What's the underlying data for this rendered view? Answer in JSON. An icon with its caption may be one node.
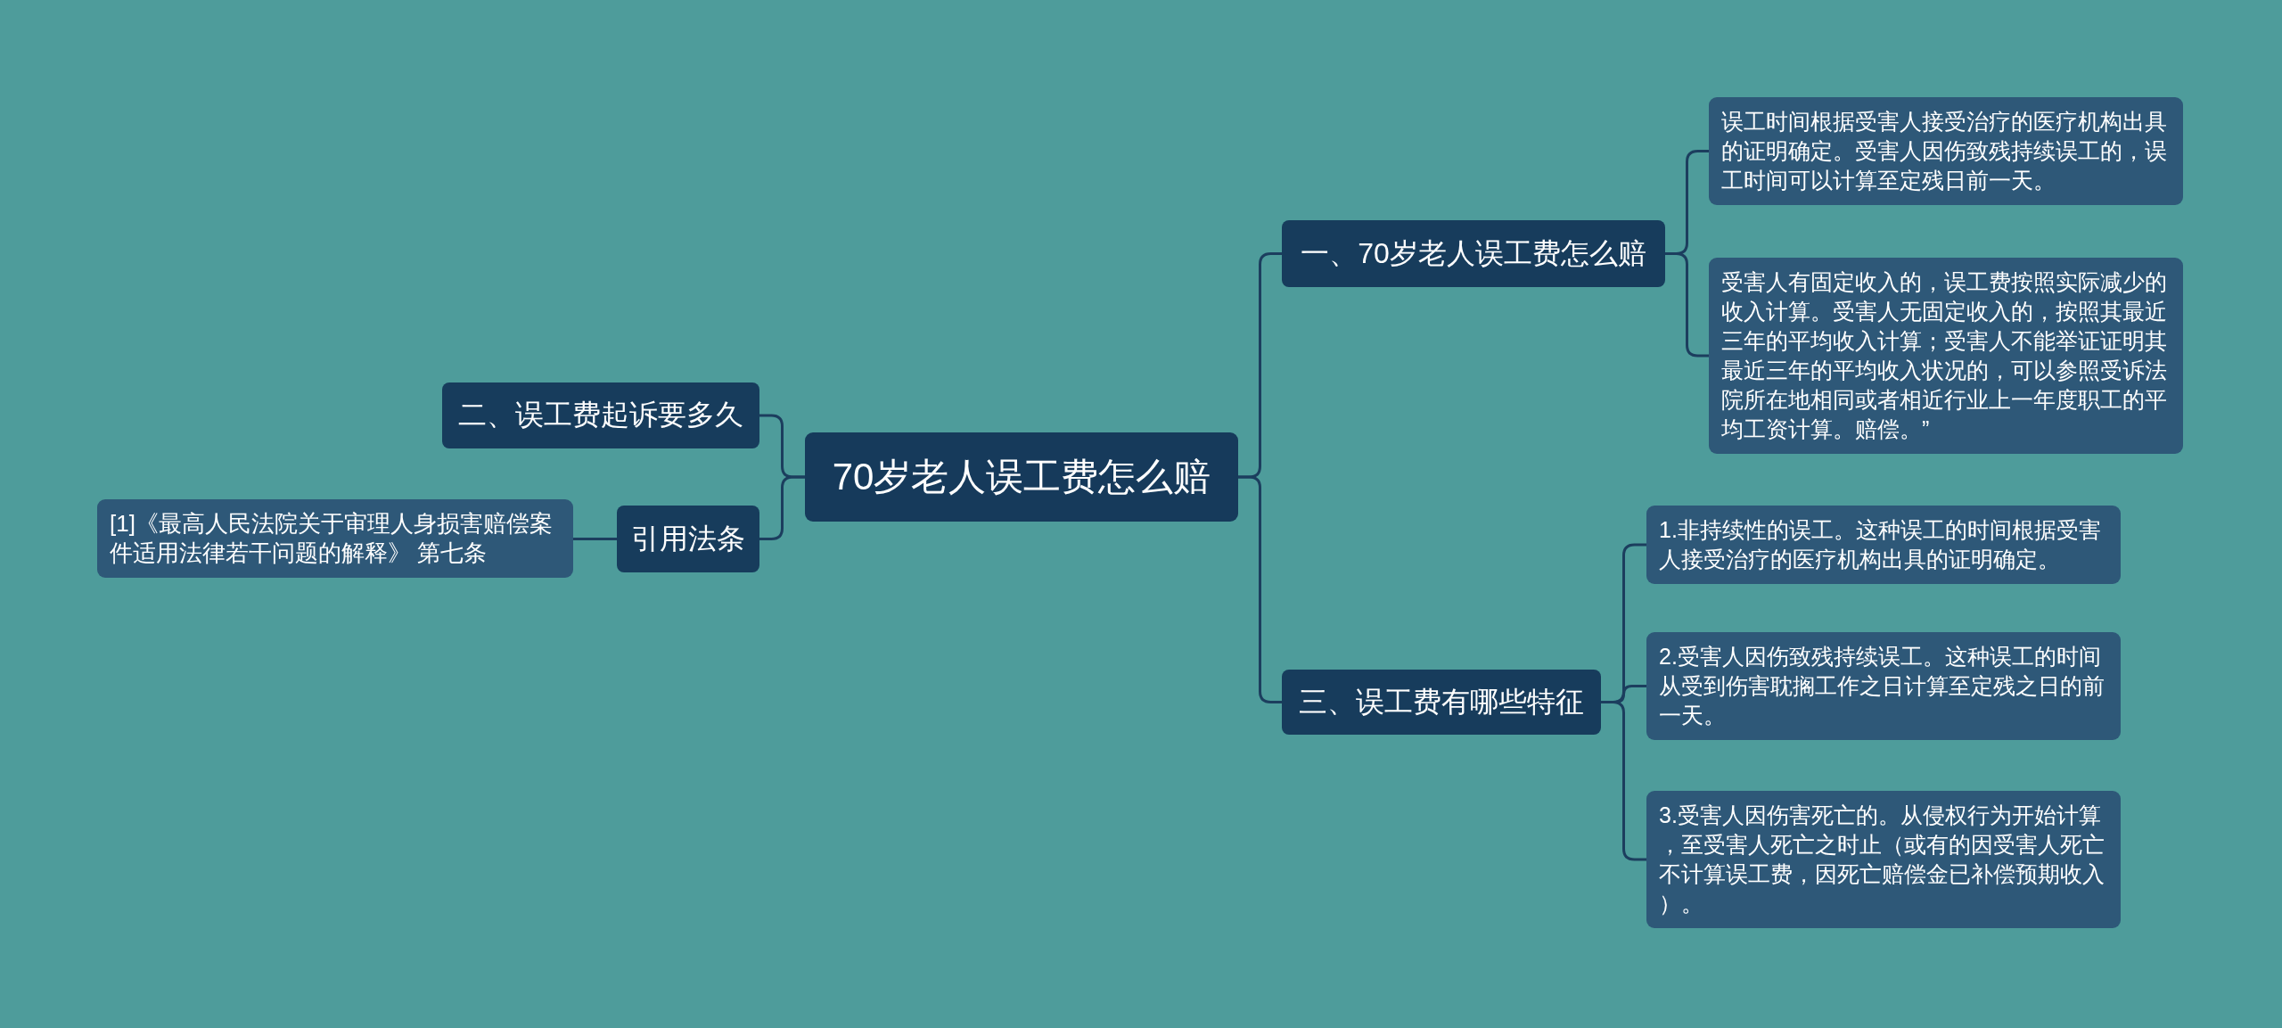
{
  "diagram": {
    "nodes": [
      {
        "text": [
          "70岁老人误工费怎么赔"
        ]
      },
      {
        "text": [
          "一、70岁老人误工费怎么赔"
        ]
      },
      {
        "text": [
          "误工时间根据受害人接受治疗的医疗机构出具的证明确定。受害人因伤致残持续误工的，误工时间可以计算至定残日前一天。"
        ]
      },
      {
        "text": [
          "受害人有固定收入的，误工费按照实际减少的收入计算。受害人无固定收入的，按照其最近三年的平均收入计算；受害人不能举证证明其最近三年的平均收入状况的，可以参照受诉法院所在地相同或者相近行业上一年度职工的平均工资计算。赔偿。”"
        ]
      },
      {
        "text": [
          "二、误工费起诉要多久"
        ]
      },
      {
        "text": [
          "引用法条"
        ]
      },
      {
        "text": [
          "[1]《最高人民法院关于审理人身损害赔偿案件适用法律若干问题的解释》 第七条"
        ]
      },
      {
        "text": [
          "三、误工费有哪些特征"
        ]
      },
      {
        "text": [
          "1.非持续性的误工。这种误工的时间根据受害人接受治疗的医疗机构出具的证明确定。"
        ]
      },
      {
        "text": [
          "2.受害人因伤致残持续误工。这种误工的时间从受到伤害耽搁工作之日计算至定残之日的前一天。"
        ]
      },
      {
        "text": [
          "3.受害人因伤害死亡的。从侵权行为开始计算，至受害人死亡之时止（或有的因受害人死亡不计算误工费，因死亡赔偿金已补偿预期收入）。"
        ]
      }
    ],
    "edges": [
      {
        "from": 0,
        "to": 1,
        "arrow": "none"
      },
      {
        "from": 1,
        "to": 2,
        "arrow": "none"
      },
      {
        "from": 1,
        "to": 3,
        "arrow": "none"
      },
      {
        "from": 0,
        "to": 4,
        "arrow": "none"
      },
      {
        "from": 0,
        "to": 5,
        "arrow": "none"
      },
      {
        "from": 5,
        "to": 6,
        "arrow": "none"
      },
      {
        "from": 0,
        "to": 7,
        "arrow": "none"
      },
      {
        "from": 7,
        "to": 8,
        "arrow": "none"
      },
      {
        "from": 7,
        "to": 9,
        "arrow": "none"
      },
      {
        "from": 7,
        "to": 10,
        "arrow": "none"
      }
    ]
  }
}
